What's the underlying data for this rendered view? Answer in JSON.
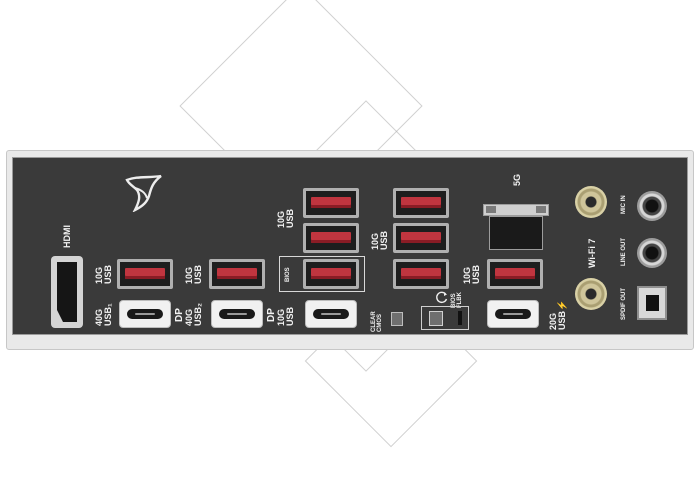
{
  "labels": {
    "hdmi": "HDMI",
    "usb10g_1": "10G\nUSB",
    "usb10g_2": "10G\nUSB",
    "usb10g_3": "10G\nUSB",
    "usb10g_4": "10G\nUSB",
    "usb10g_5": "10G\nUSB",
    "usb10g_6": "10G\nUSB",
    "usb40g_1": "40G\nUSB₁",
    "usb40g_2": "40G\nUSB₂",
    "dp_1": "DP",
    "dp_2": "DP",
    "bios": "BIOS",
    "clear_cmos": "CLEAR\nCMOS",
    "bios_flbk": "BIOS\nFLBK",
    "lan": "5G",
    "wifi": "Wi-Fi 7",
    "mic_in": "MIC IN",
    "line_out": "LINE OUT",
    "spdif_out": "SPDIF OUT",
    "usb20g": "20G\nUSB⚡"
  },
  "colors": {
    "panel": "#3a3a3a",
    "usb_a_tongue": "#c0353f",
    "antenna_gold": "#cfc59a"
  }
}
